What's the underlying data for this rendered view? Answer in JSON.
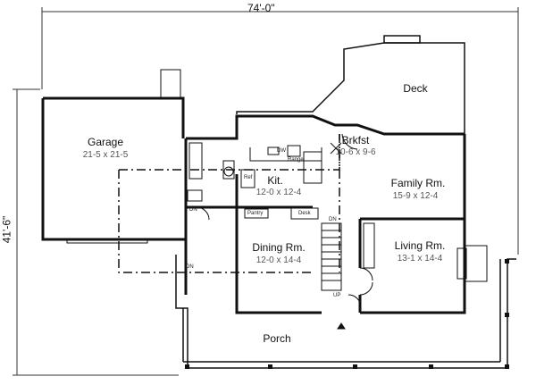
{
  "dimensions": {
    "width": "74'-0\"",
    "depth": "41'-6\""
  },
  "rooms": {
    "deck": {
      "name": "Deck"
    },
    "garage": {
      "name": "Garage",
      "size": "21-5 x 21-5"
    },
    "brkfst": {
      "name": "Brkfst",
      "size": "10-6 x 9-6"
    },
    "family": {
      "name": "Family Rm.",
      "size": "15-9 x 12-4"
    },
    "kitchen": {
      "name": "Kit.",
      "size": "12-0 x 12-4"
    },
    "dining": {
      "name": "Dining Rm.",
      "size": "12-0 x 14-4"
    },
    "living": {
      "name": "Living Rm.",
      "size": "13-1 x 14-4"
    },
    "porch": {
      "name": "Porch"
    }
  },
  "fixtures": {
    "dw": "DW",
    "range": "Range",
    "ref": "Ref",
    "pantry": "Pantry",
    "desk": "Desk",
    "dn": "DN",
    "up": "UP"
  },
  "colors": {
    "wall": "#111111",
    "line": "#333333"
  }
}
